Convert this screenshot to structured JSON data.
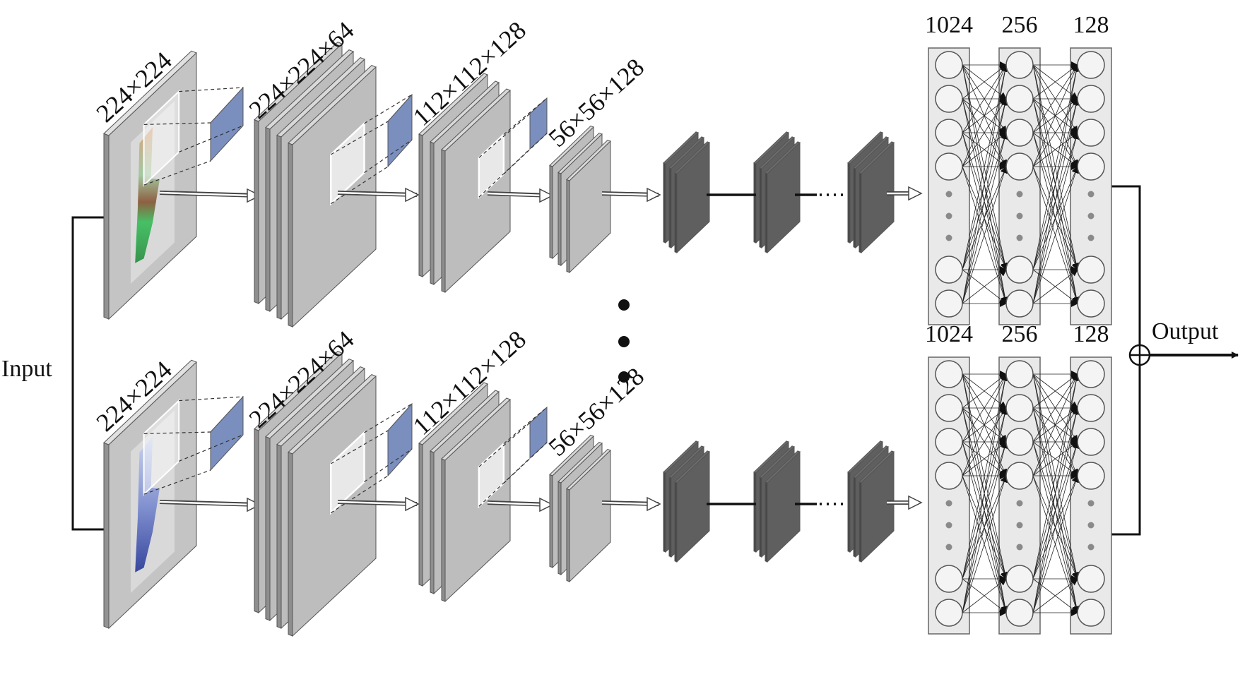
{
  "io": {
    "input_label": "Input",
    "output_label": "Output"
  },
  "branches": [
    {
      "input_size": "224×224",
      "conv1": "224×224×64",
      "conv2": "112×112×128",
      "conv3": "56×56×128",
      "fc_sizes": [
        "1024",
        "256",
        "128"
      ],
      "image_tint": "green-brown"
    },
    {
      "input_size": "224×224",
      "conv1": "224×224×64",
      "conv2": "112×112×128",
      "conv3": "56×56×128",
      "fc_sizes": [
        "1024",
        "256",
        "128"
      ],
      "image_tint": "blue"
    }
  ],
  "colors": {
    "light_layer": "#c9c9c9",
    "dark_layer": "#6b6b6b",
    "kernel": "#7b8fbf",
    "fc_panel": "#e9e9e9",
    "line": "#111111"
  }
}
